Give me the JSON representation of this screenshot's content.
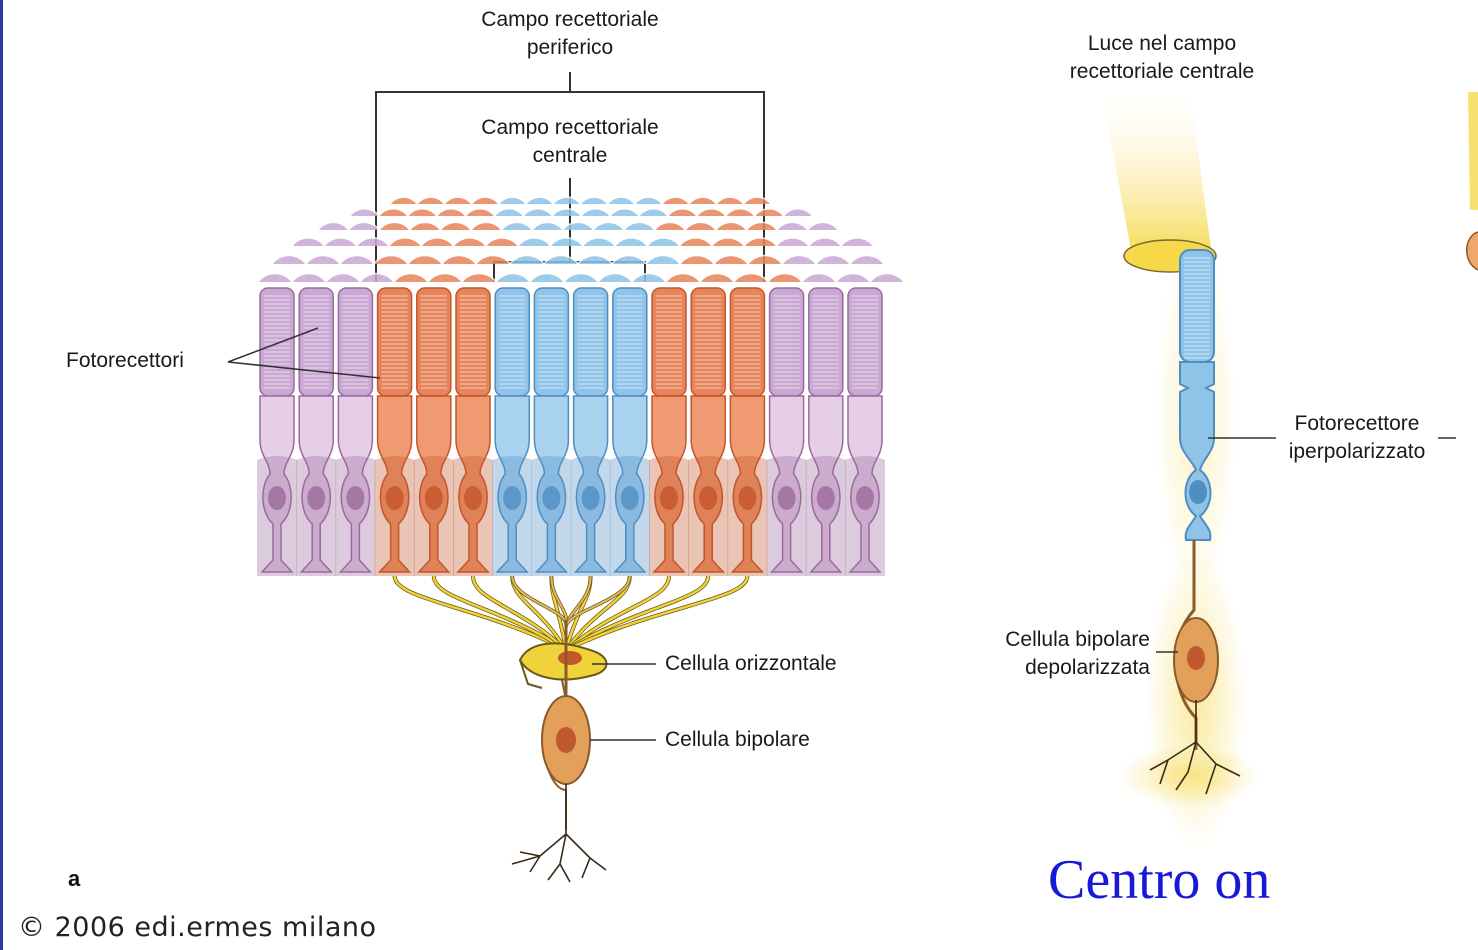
{
  "colors": {
    "peripheral": "#c9a8d4",
    "peripheral_dark": "#9a6a9e",
    "surround": "#e8845a",
    "surround_dark": "#c4552c",
    "center": "#8fc3e8",
    "center_dark": "#4f8ec2",
    "horizontal_cell": "#f0d23a",
    "bipolar": "#e2a05a",
    "light": "#f7e27a",
    "caption_blue": "#1818d8"
  },
  "panel_a": {
    "label_peripheral": "Campo recettoriale\nperiferico",
    "label_central": "Campo recettoriale\ncentrale",
    "label_photoreceptors": "Fotorecettori",
    "label_horizontal": "Cellula orizzontale",
    "label_bipolar": "Cellula bipolare",
    "panel_letter": "a"
  },
  "panel_b": {
    "label_light": "Luce nel campo\nrecettoriale centrale",
    "label_photoreceptor": "Fotorecettore\niperpolarizzato",
    "label_bipolar": "Cellula bipolare\ndepolarizzata",
    "caption": "Centro on"
  },
  "copyright": "© 2006 edi.ermes milano"
}
